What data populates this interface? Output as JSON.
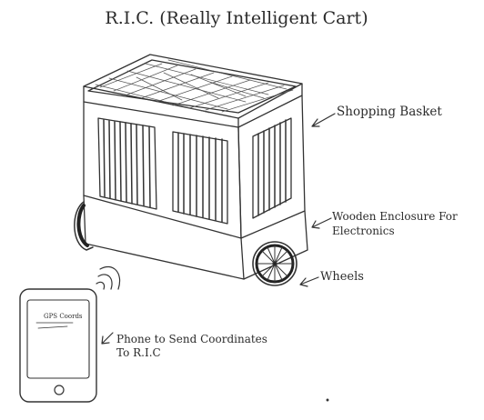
{
  "title": "R.I.C. (Really Intelligent Cart)",
  "labels": {
    "basket": "Shopping Basket",
    "enclosure_line1": "Wooden Enclosure For",
    "enclosure_line2": "Electronics",
    "wheels": "Wheels",
    "phone_line1": "Phone to Send Coordinates",
    "phone_line2": "To R.I.C"
  },
  "phone_screen": {
    "text": "GPS Coords"
  }
}
